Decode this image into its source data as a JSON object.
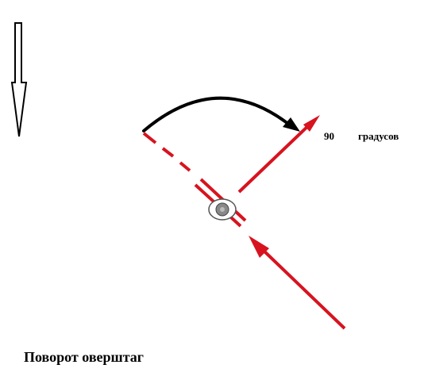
{
  "caption": "Поворот  оверштаг",
  "angle_label": {
    "value": "90",
    "unit": "градусов"
  },
  "colors": {
    "wind_arrow": "#000000",
    "course_lines": "#d7131f",
    "rotation_arc": "#000000",
    "boat": "#888888"
  },
  "icons": {
    "wind": "down-arrow-icon",
    "boat": "boat-icon"
  }
}
